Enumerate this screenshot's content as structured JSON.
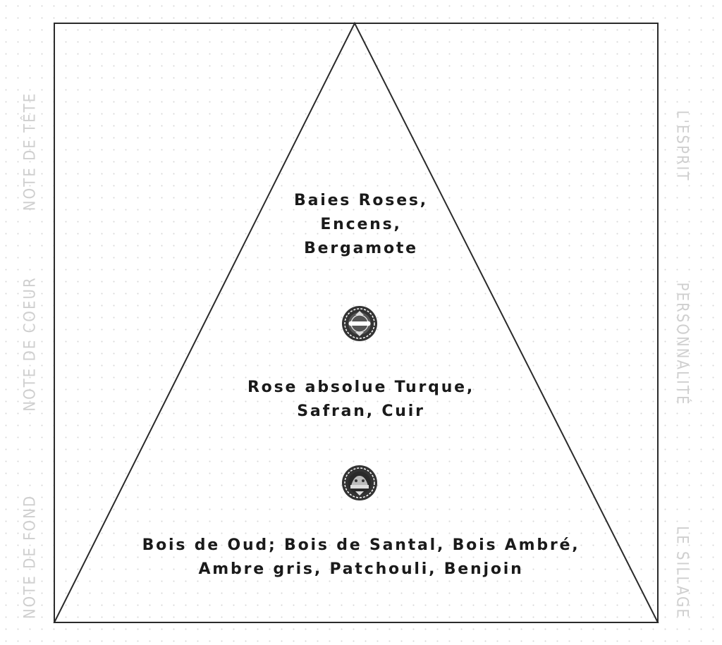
{
  "left_labels": {
    "top": "NOTE DE TÊTE",
    "middle": "NOTE DE COEUR",
    "bottom": "NOTE DE FOND"
  },
  "right_labels": {
    "top": "L'ESPRIT",
    "middle": "PERSONNALITÉ",
    "bottom": "LE SILLAGE"
  },
  "notes": {
    "top": [
      "Baies Roses,",
      "Encens,",
      "Bergamote"
    ],
    "middle": [
      "Rose absolue Turque,",
      "Safran, Cuir"
    ],
    "bottom": [
      "Bois de Oud; Bois de Santal, Bois Ambré,",
      "Ambre gris, Patchouli, Benjoin"
    ]
  },
  "icons": {
    "upper_divider": "ornate-medallion-icon",
    "lower_divider": "ornate-medallion-icon"
  }
}
